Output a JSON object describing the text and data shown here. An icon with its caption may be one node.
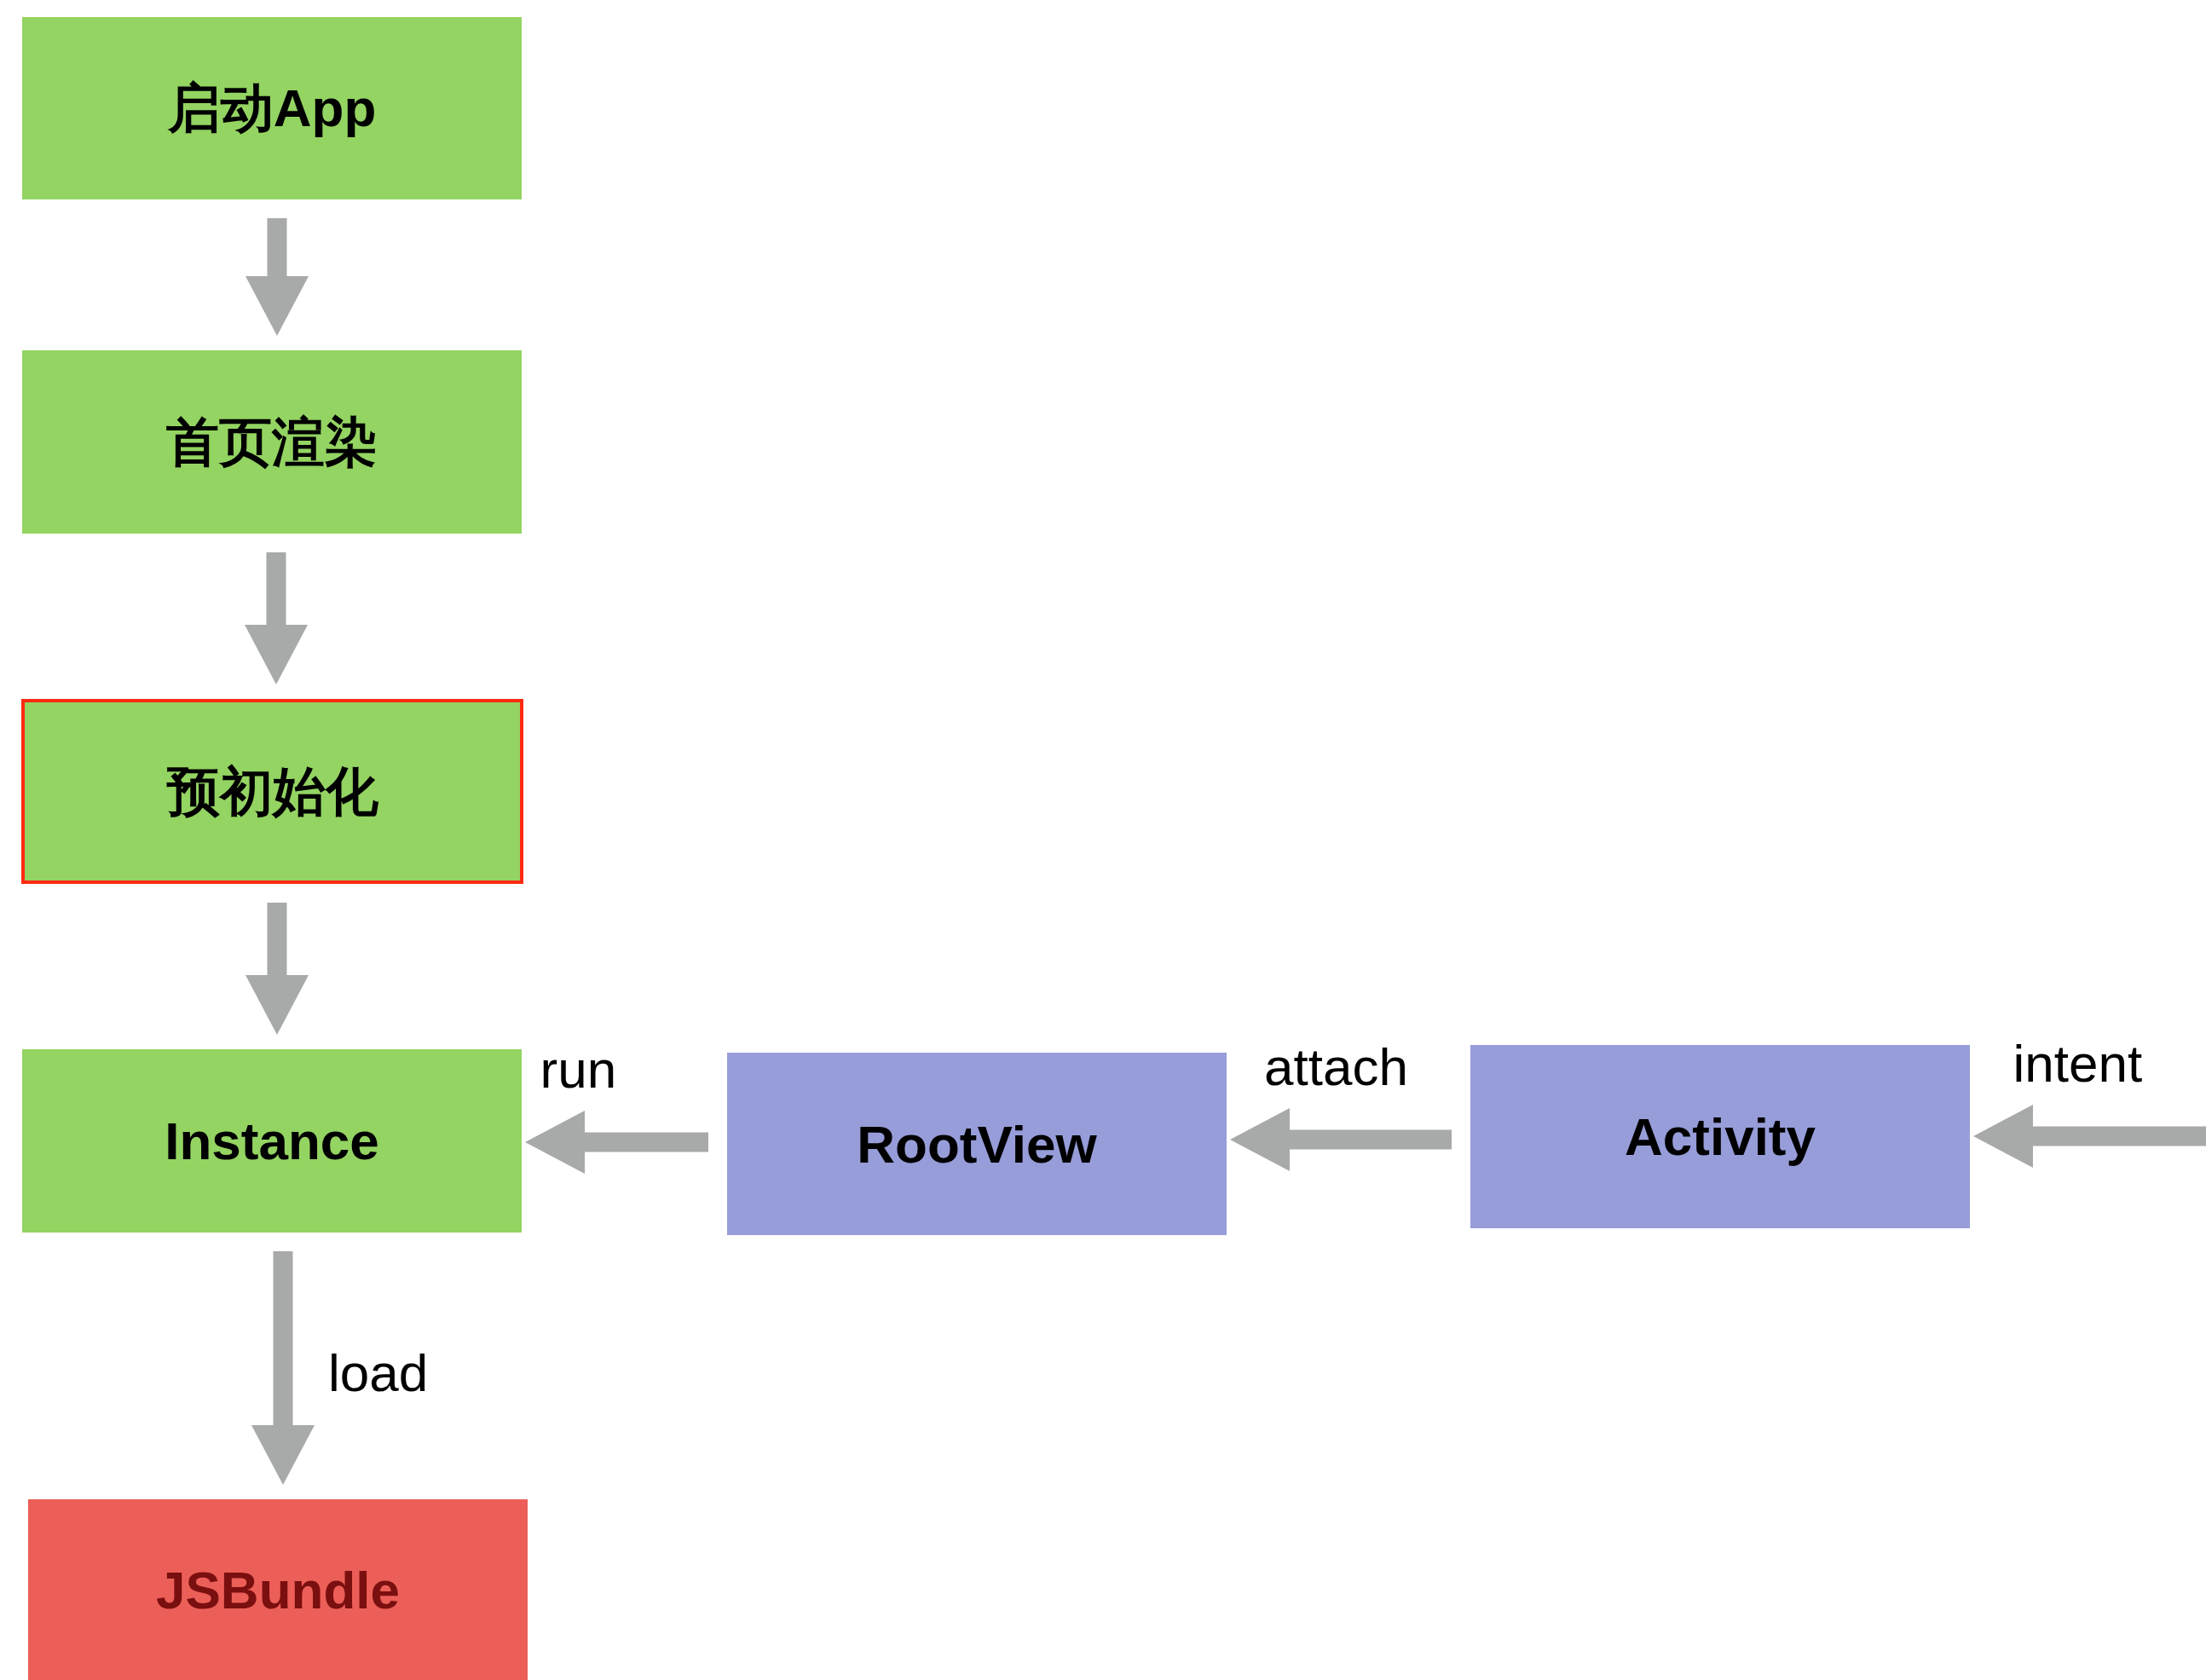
{
  "diagram": {
    "nodes": [
      {
        "text": [
          "启动App"
        ]
      },
      {
        "text": [
          "首页渲染"
        ]
      },
      {
        "text": [
          "预初始化"
        ]
      },
      {
        "text": [
          "Instance"
        ]
      },
      {
        "text": [
          "JSBundle"
        ]
      },
      {
        "text": [
          "RootView"
        ]
      },
      {
        "text": [
          "Activity"
        ]
      }
    ],
    "edges": [
      {
        "from": 0,
        "to": 1,
        "arrow": "to"
      },
      {
        "from": 1,
        "to": 2,
        "arrow": "to"
      },
      {
        "from": 2,
        "to": 3,
        "arrow": "to"
      },
      {
        "from": 3,
        "to": 4,
        "arrow": "to",
        "label": "load"
      },
      {
        "from": 5,
        "to": 3,
        "arrow": "to",
        "label": "run"
      },
      {
        "from": 6,
        "to": 5,
        "arrow": "to",
        "label": "attach"
      },
      {
        "from": null,
        "to": 6,
        "arrow": "to",
        "label": "intent"
      }
    ]
  }
}
